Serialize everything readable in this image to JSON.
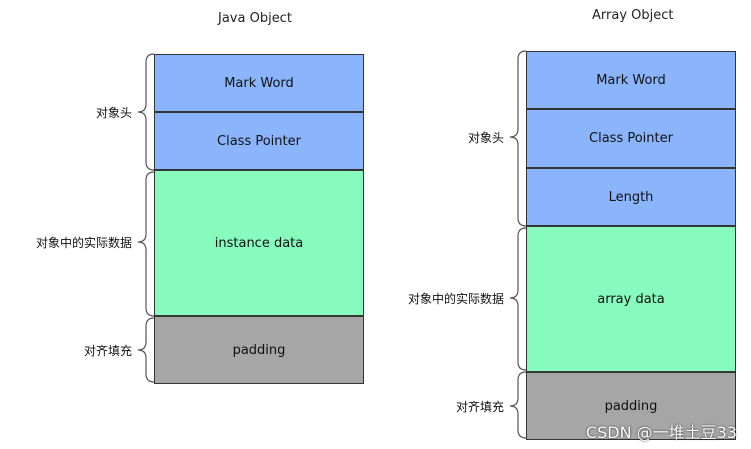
{
  "left": {
    "title": "Java Object",
    "cells": [
      "Mark Word",
      "Class Pointer",
      "instance data",
      "padding"
    ],
    "labels": [
      "对象头",
      "对象中的实际数据",
      "对齐填充"
    ]
  },
  "right": {
    "title": "Array Object",
    "cells": [
      "Mark Word",
      "Class Pointer",
      "Length",
      "array data",
      "padding"
    ],
    "labels": [
      "对象头",
      "对象中的实际数据",
      "对齐填充"
    ]
  },
  "colors": {
    "header": "#8ab4fb",
    "data": "#86fbbd",
    "padding": "#a6a6a6"
  },
  "watermark": "CSDN @一堆土豆33"
}
